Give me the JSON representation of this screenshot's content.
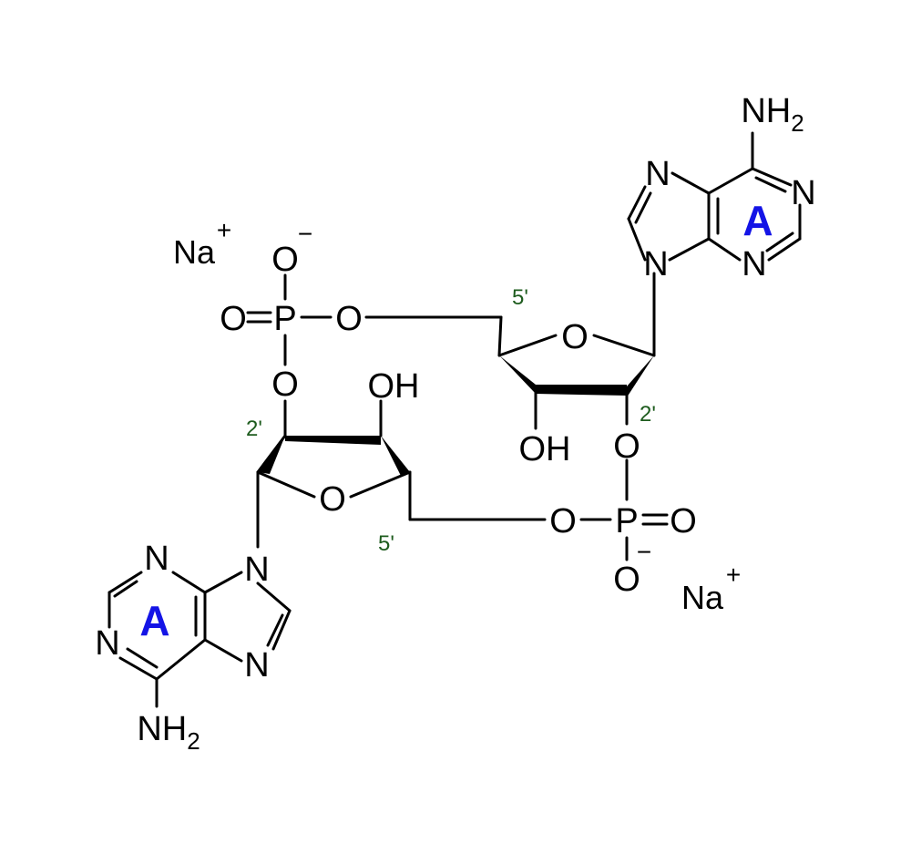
{
  "colors": {
    "bond": "#000000",
    "atom_text": "#000000",
    "prime_label": "#1e5c1e",
    "base_letter": "#1414e6"
  },
  "atoms": {
    "N": "N",
    "O": "O",
    "P": "P",
    "OH": "OH",
    "NH": "NH",
    "sub2": "2"
  },
  "charges": {
    "minus": "−",
    "plus": "+"
  },
  "counterions": {
    "na_label": "Na"
  },
  "positions": {
    "five_prime": "5'",
    "two_prime": "2'"
  },
  "bases": {
    "adenine_letter": "A"
  }
}
